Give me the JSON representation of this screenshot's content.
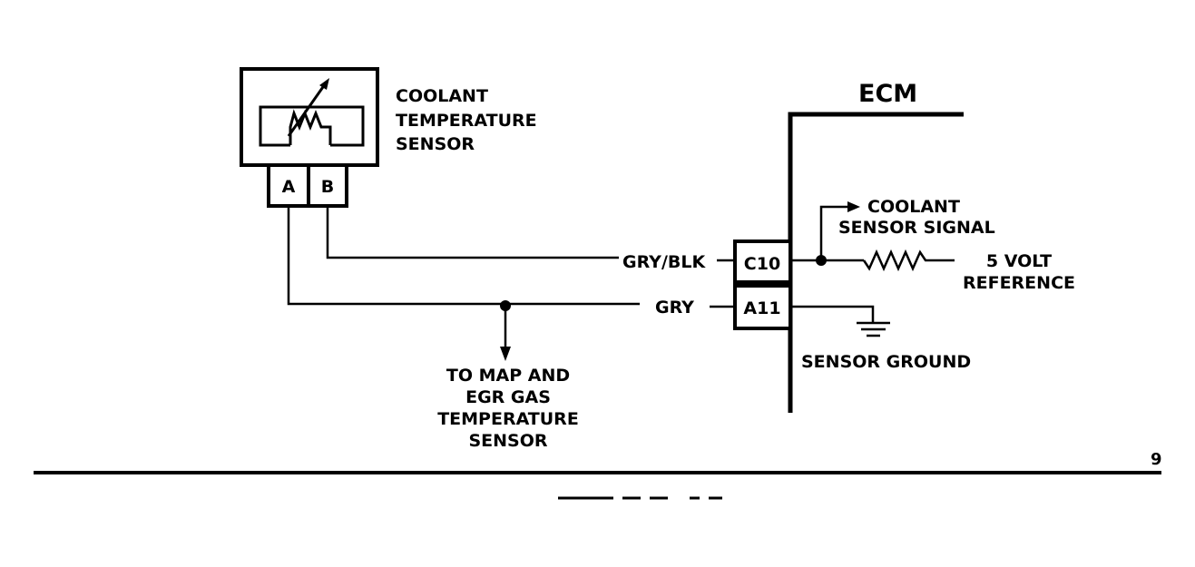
{
  "diagram": {
    "sensor": {
      "label_lines": [
        "COOLANT",
        "TEMPERATURE",
        "SENSOR"
      ],
      "pin_a": "A",
      "pin_b": "B"
    },
    "ecm": {
      "title": "ECM",
      "pin_c10": "C10",
      "pin_a11": "A11"
    },
    "wires": {
      "gry_blk": "GRY/BLK",
      "gry": "GRY"
    },
    "signals": {
      "coolant_signal_lines": [
        "COOLANT",
        "SENSOR SIGNAL"
      ],
      "reference_lines": [
        "5 VOLT",
        "REFERENCE"
      ],
      "sensor_ground": "SENSOR GROUND"
    },
    "branch_lines": [
      "TO MAP AND",
      "EGR GAS",
      "TEMPERATURE",
      "SENSOR"
    ],
    "page_number": "9"
  },
  "colors": {
    "ink": "#000000",
    "paper": "#ffffff"
  }
}
